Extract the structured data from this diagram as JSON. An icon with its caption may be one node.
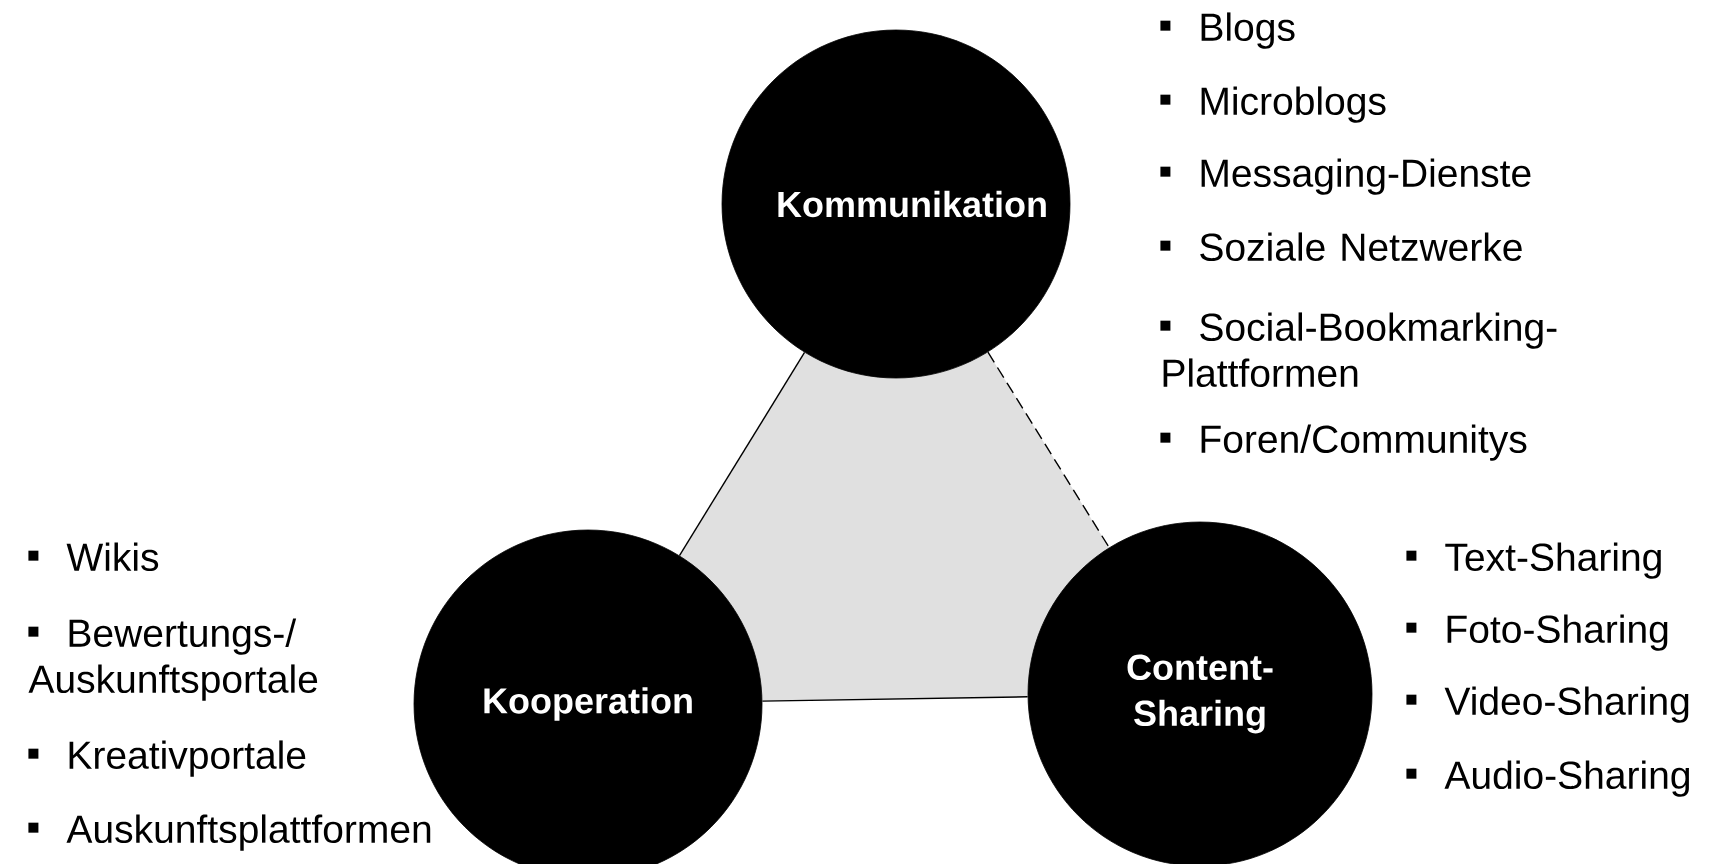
{
  "diagram": {
    "nodes": [
      {
        "text": [
          "Kommunikation"
        ],
        "beside": [
          "Blogs",
          "Microblogs",
          "Messaging-Dienste",
          "Soziale Netzwerke",
          "Social-Bookmarking- Plattformen",
          "Foren/Communitys"
        ]
      },
      {
        "text": [
          "Kooperation"
        ],
        "beside": [
          "Wikis",
          "Bewertungs-/ Auskunftsportale",
          "Kreativportale",
          "Auskunftsplattformen"
        ]
      },
      {
        "text": [
          "Content- Sharing"
        ],
        "beside": [
          "Text-Sharing",
          "Foto-Sharing",
          "Video-Sharing",
          "Audio-Sharing"
        ]
      }
    ],
    "edges": [
      {
        "from": 0,
        "to": 1,
        "arrow": "none"
      },
      {
        "from": 0,
        "to": 2,
        "arrow": "none",
        "style": "dashed"
      },
      {
        "from": 1,
        "to": 2,
        "arrow": "none"
      }
    ]
  }
}
